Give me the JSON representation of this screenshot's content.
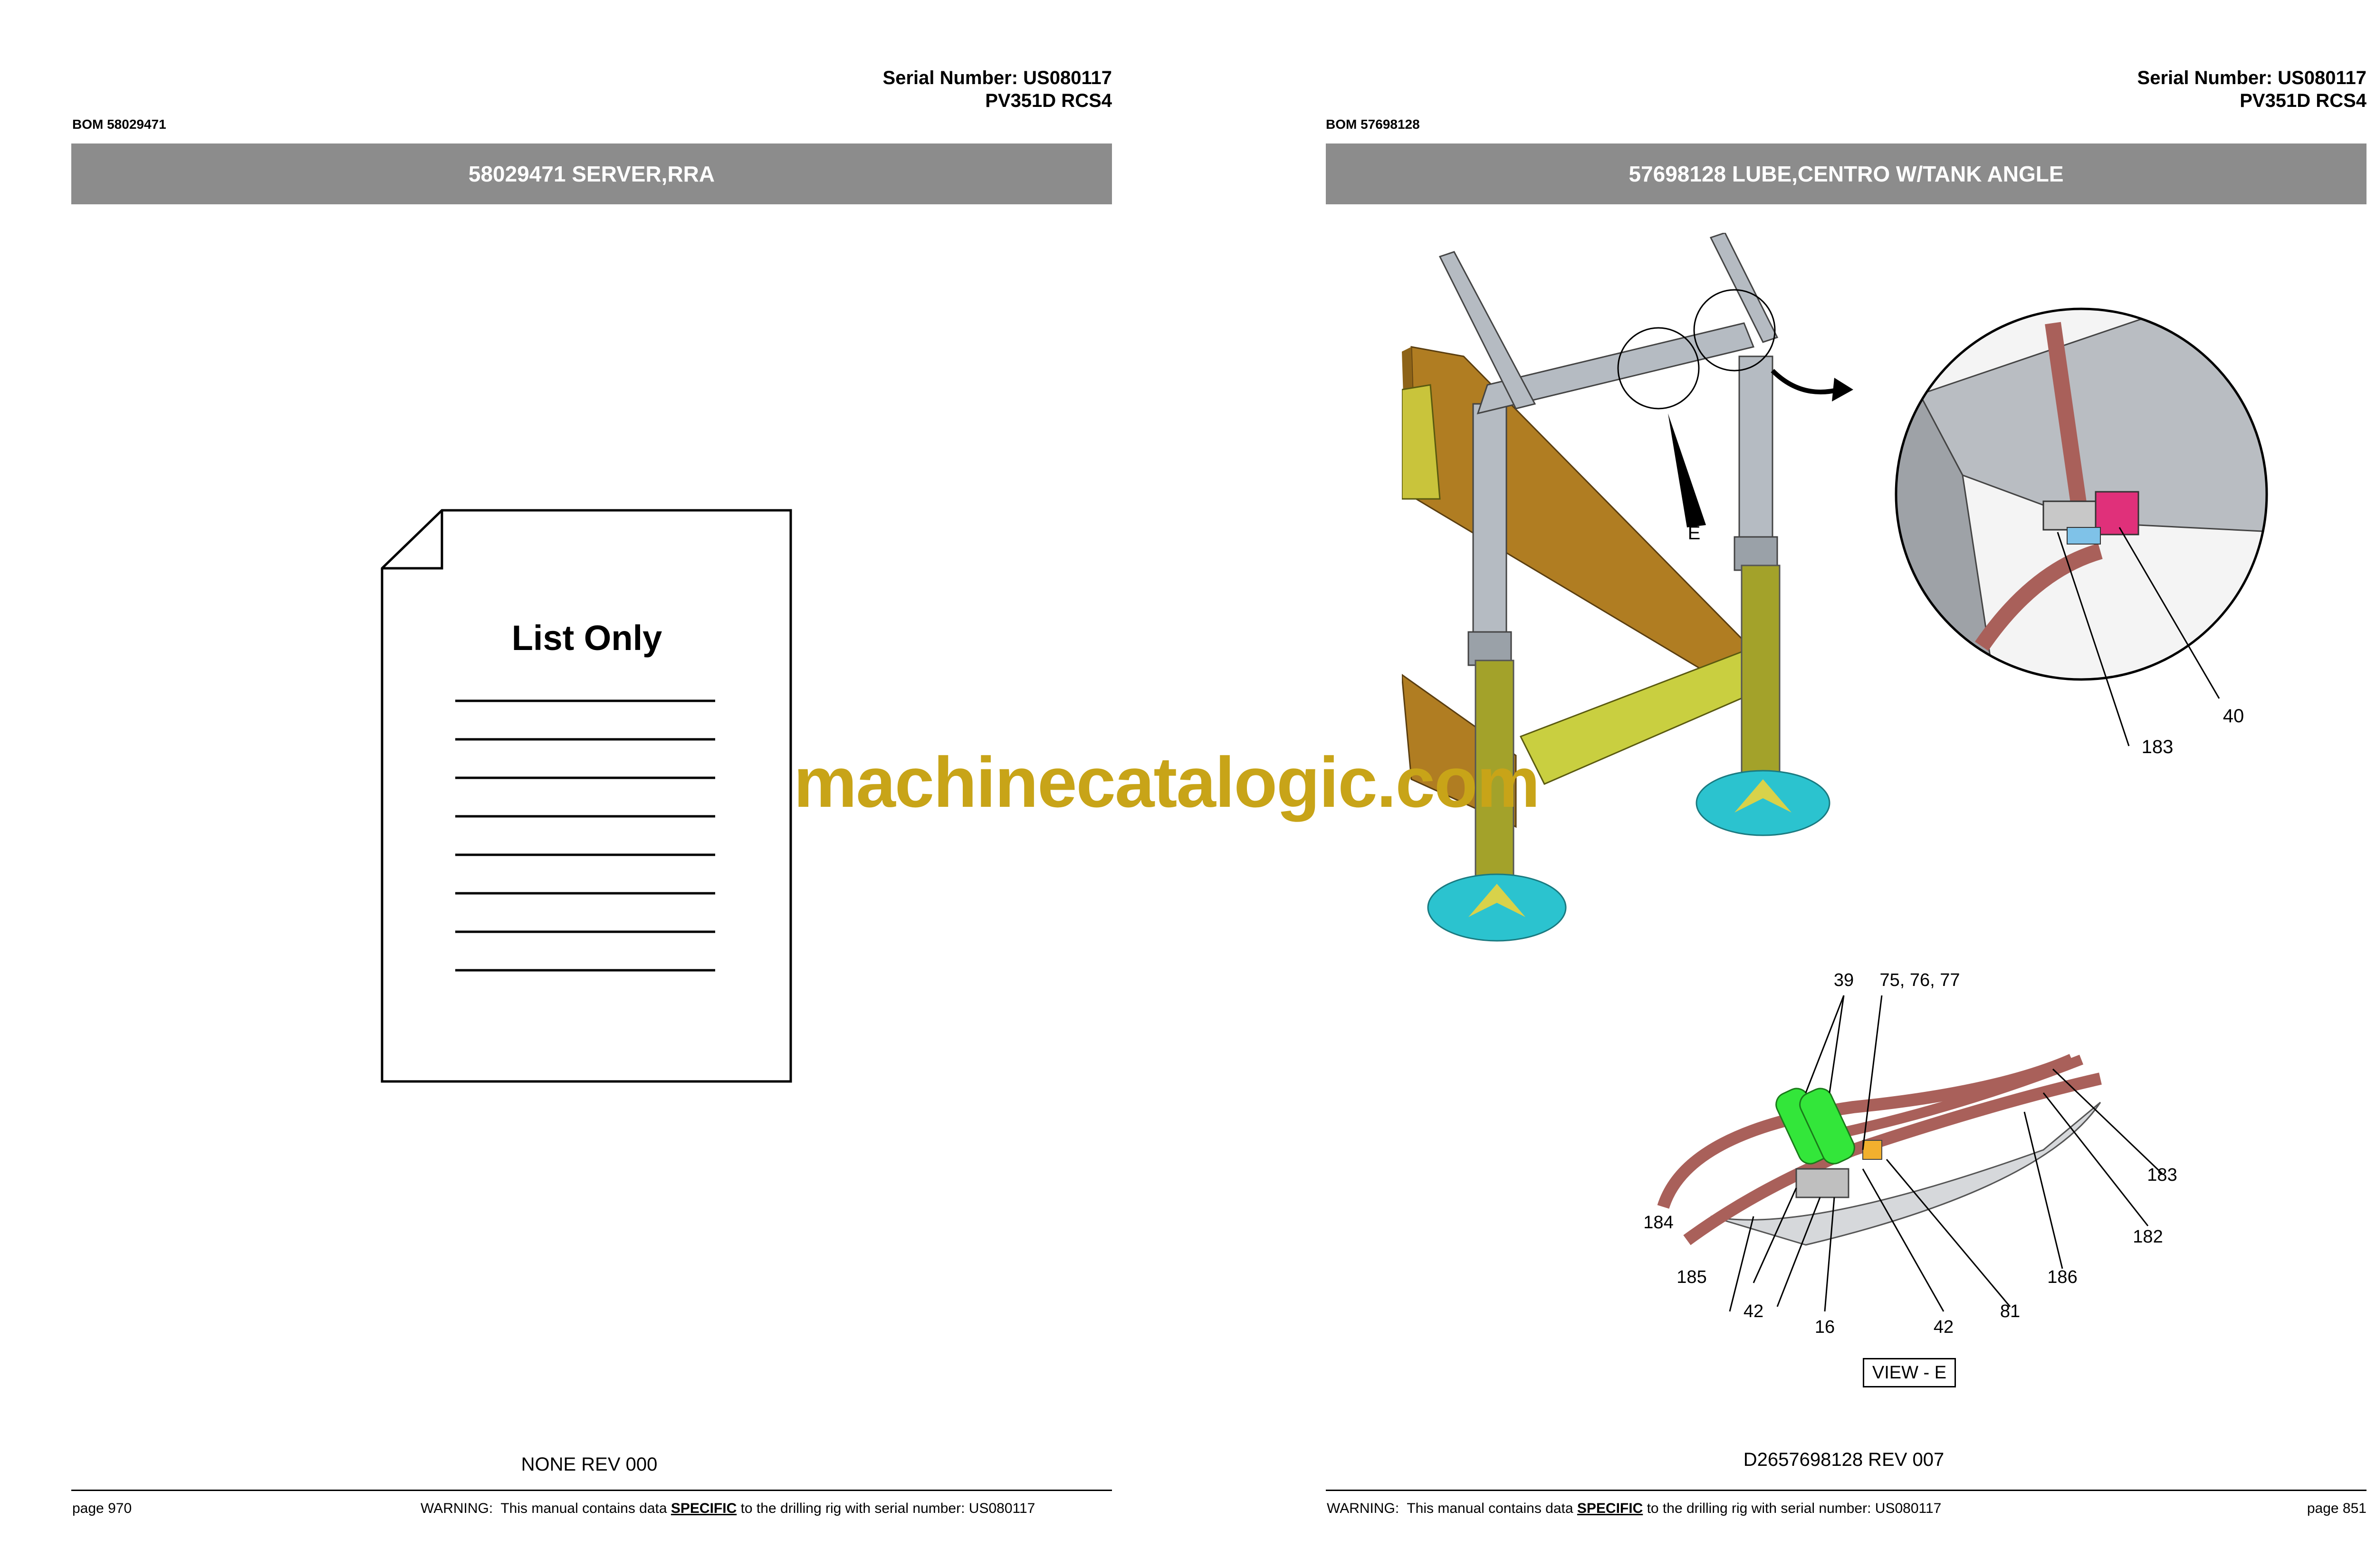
{
  "left_page": {
    "serial_number": "Serial Number: US080117",
    "model": "PV351D RCS4",
    "bom": "BOM 58029471",
    "title": "58029471 SERVER,RRA",
    "list_only_label": "List Only",
    "drawing_rev": "NONE REV 000",
    "page_number": "page 970",
    "warning_prefix": "WARNING:  This manual contains data ",
    "warning_emphasis": "SPECIFIC",
    "warning_suffix": " to the drilling rig with serial number: US080117"
  },
  "right_page": {
    "serial_number": "Serial Number: US080117",
    "model": "PV351D RCS4",
    "bom": "BOM 57698128",
    "title": "57698128 LUBE,CENTRO W/TANK ANGLE",
    "drawing_rev": "D2657698128 REV 007",
    "page_number": "page 851",
    "warning_prefix": "WARNING:  This manual contains data ",
    "warning_emphasis": "SPECIFIC",
    "warning_suffix": " to the drilling rig with serial number: US080117",
    "diagram": {
      "view_marker": "E",
      "view_label": "VIEW - E",
      "detail_callouts": [
        "40",
        "183"
      ],
      "view_callouts": [
        "39",
        "75, 76, 77",
        "183",
        "184",
        "182",
        "185",
        "186",
        "42",
        "81",
        "16",
        "42"
      ]
    }
  },
  "watermark": "machinecatalogic.com",
  "colors": {
    "banner": "#8c8c8c",
    "frame_olive": "#a8a72a",
    "frame_brown": "#b07d22",
    "pad_cyan": "#2bc3cf",
    "hose": "#a9605a",
    "block_green": "#33e63a",
    "watermark": "#c8a418"
  }
}
